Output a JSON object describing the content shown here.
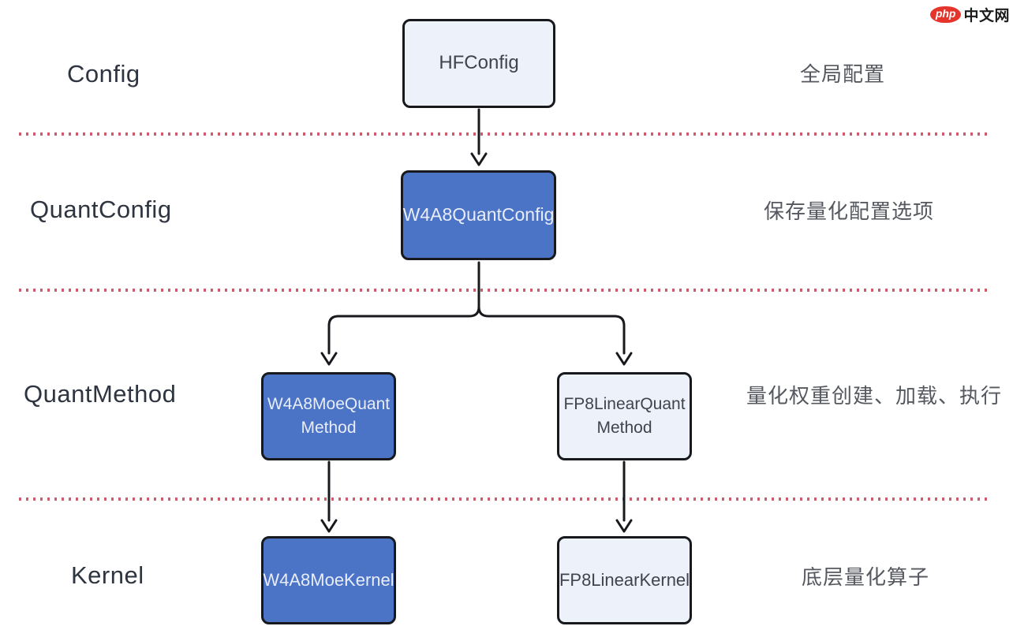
{
  "watermark": {
    "prefix": "php",
    "suffix": "中文网"
  },
  "colors": {
    "node_blue": "#4b73c6",
    "node_light": "#edf1f9",
    "node_border": "#17191d",
    "arrow": "#17191d",
    "divider_dot": "#cf5b6e",
    "row_label_text": "#2f3540",
    "annotation_text": "#55595f",
    "node_text_on_blue": "#e8edf8",
    "node_text_on_light": "#3f444d",
    "watermark_red": "#e5342c"
  },
  "rows": [
    {
      "label": "Config",
      "annotation": "全局配置"
    },
    {
      "label": "QuantConfig",
      "annotation": "保存量化配置选项"
    },
    {
      "label": "QuantMethod",
      "annotation": "量化权重创建、加载、执行"
    },
    {
      "label": "Kernel",
      "annotation": "底层量化算子"
    }
  ],
  "nodes": {
    "hfconfig": {
      "label": "HFConfig",
      "variant": "light"
    },
    "w4a8_quant_config": {
      "label": "W4A8QuantConfig",
      "variant": "blue"
    },
    "w4a8_moe_quant_method": {
      "line1": "W4A8MoeQuant",
      "line2": "Method",
      "variant": "blue"
    },
    "fp8_linear_quant_method": {
      "line1": "FP8LinearQuant",
      "line2": "Method",
      "variant": "light"
    },
    "w4a8_moe_kernel": {
      "label": "W4A8MoeKernel",
      "variant": "blue"
    },
    "fp8_linear_kernel": {
      "label": "FP8LinearKernel",
      "variant": "light"
    }
  },
  "edges": [
    {
      "from": "HFConfig",
      "to": "W4A8QuantConfig"
    },
    {
      "from": "W4A8QuantConfig",
      "to": "W4A8MoeQuantMethod"
    },
    {
      "from": "W4A8QuantConfig",
      "to": "FP8LinearQuantMethod"
    },
    {
      "from": "W4A8MoeQuantMethod",
      "to": "W4A8MoeKernel"
    },
    {
      "from": "FP8LinearQuantMethod",
      "to": "FP8LinearKernel"
    }
  ]
}
